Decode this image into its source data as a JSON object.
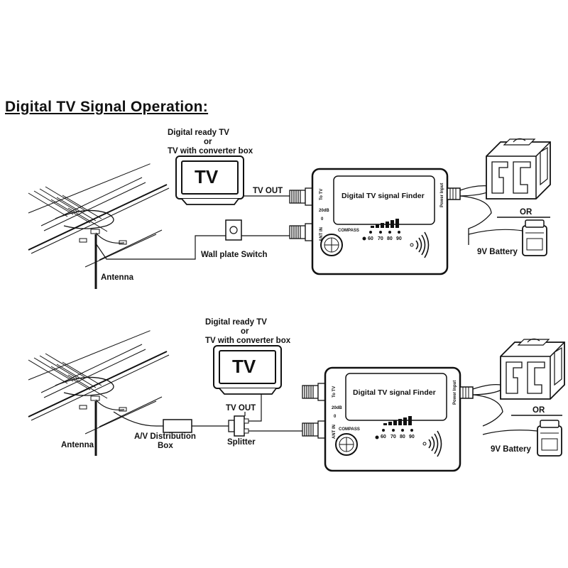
{
  "title": "Digital TV Signal Operation:",
  "diagrams": [
    {
      "tv_caption": [
        "Digital ready TV",
        "or",
        "TV with converter box"
      ],
      "tv_screen": "TV",
      "tv_out": "TV OUT",
      "finder": {
        "title": "Digital TV signal Finder",
        "to_tv": "To TV",
        "ant_in": "ANT IN",
        "power_input": "Power Input",
        "db20": "20dB",
        "zero": "0",
        "compass": "COMPASS",
        "scale": [
          "60",
          "70",
          "80",
          "90"
        ]
      },
      "middle_device": "Wall plate Switch",
      "antenna": "Antenna",
      "or": "OR",
      "battery": "9V Battery"
    },
    {
      "tv_caption": [
        "Digital ready TV",
        "or",
        "TV with converter box"
      ],
      "tv_screen": "TV",
      "tv_out": "TV OUT",
      "finder": {
        "title": "Digital TV signal Finder",
        "to_tv": "To TV",
        "ant_in": "ANT IN",
        "power_input": "Power Input",
        "db20": "20dB",
        "zero": "0",
        "compass": "COMPASS",
        "scale": [
          "60",
          "70",
          "80",
          "90"
        ]
      },
      "av_box": [
        "A/V Distribution",
        "Box"
      ],
      "splitter": "Splitter",
      "antenna": "Antenna",
      "or": "OR",
      "battery": "9V Battery"
    }
  ]
}
